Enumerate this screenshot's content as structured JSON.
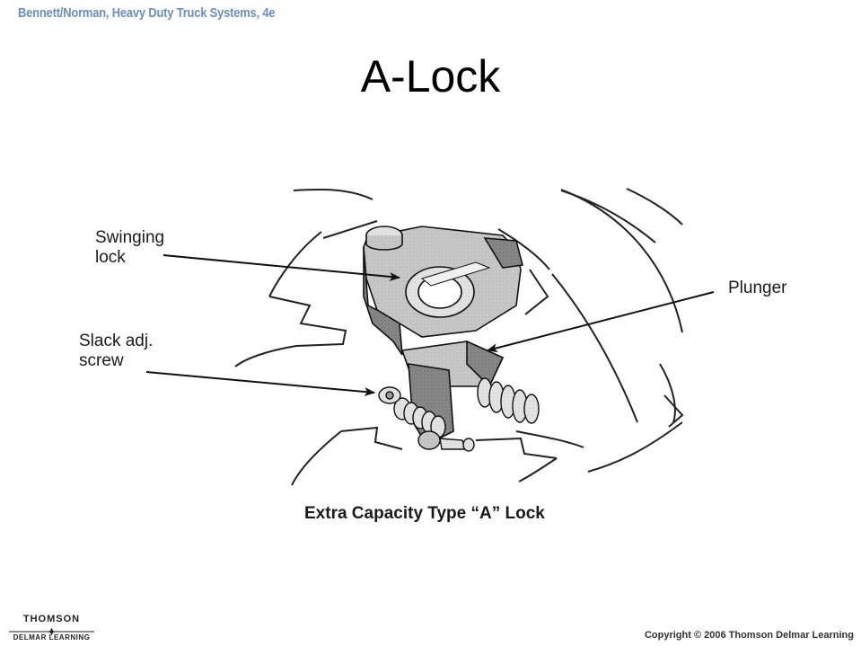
{
  "header": {
    "source": "Bennett/Norman, Heavy Duty Truck Systems, 4e"
  },
  "slide": {
    "title": "A-Lock"
  },
  "figure": {
    "labels": {
      "swinging_lock": [
        "Swinging",
        "lock"
      ],
      "plunger": "Plunger",
      "slack_adj_screw": [
        "Slack adj.",
        "screw"
      ]
    },
    "caption": "Extra Capacity Type “A” Lock"
  },
  "footer": {
    "logo_top": "THOMSON",
    "logo_bottom": "DELMAR LEARNING",
    "copyright": "Copyright © 2006 Thomson Delmar Learning"
  }
}
